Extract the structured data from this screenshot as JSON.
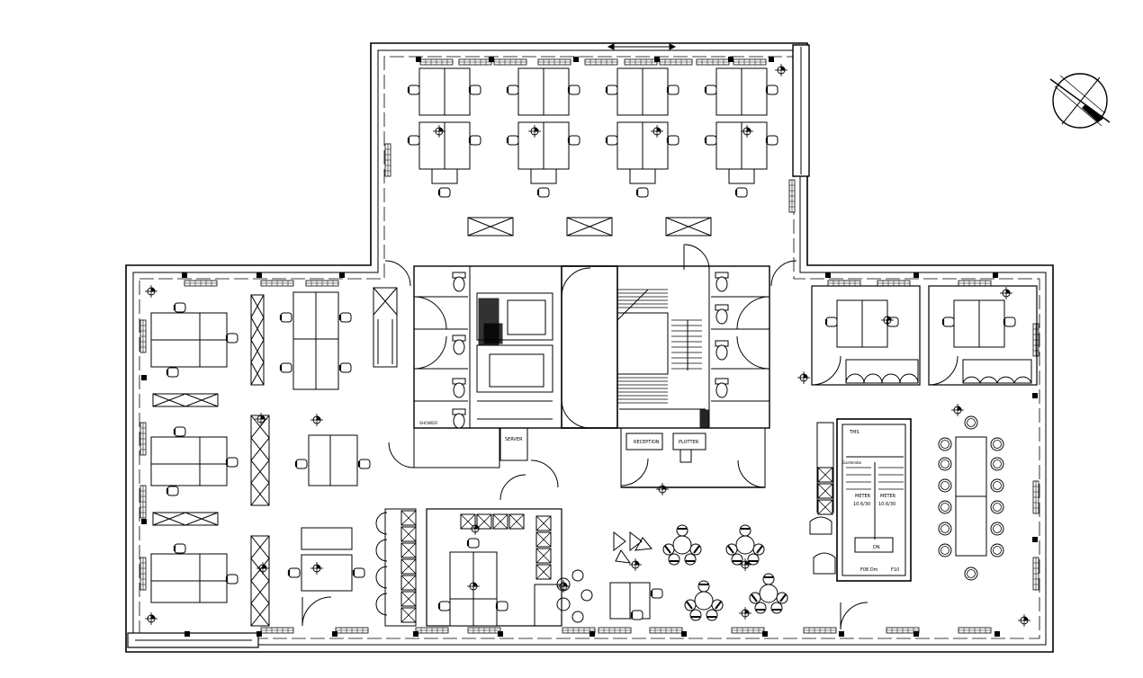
{
  "drawing": {
    "line_color": "#000000",
    "background": "#ffffff"
  },
  "labels": {
    "server": "SERVER",
    "shower": "SHOWER",
    "reception": "RECEPTION",
    "plotter": "PLOTTER",
    "tms": "TMS",
    "garderobe": "Garderobe",
    "meter_left": "METER",
    "meter_right": "METER",
    "meter_val_left": "10.6/30",
    "meter_val_right": "10.6/30",
    "sub_left": "F08 Dm",
    "sub_right": "F10",
    "stair_note": "DN"
  },
  "icons": {
    "north_arrow": "north-arrow-icon",
    "column": "column-marker-icon"
  }
}
